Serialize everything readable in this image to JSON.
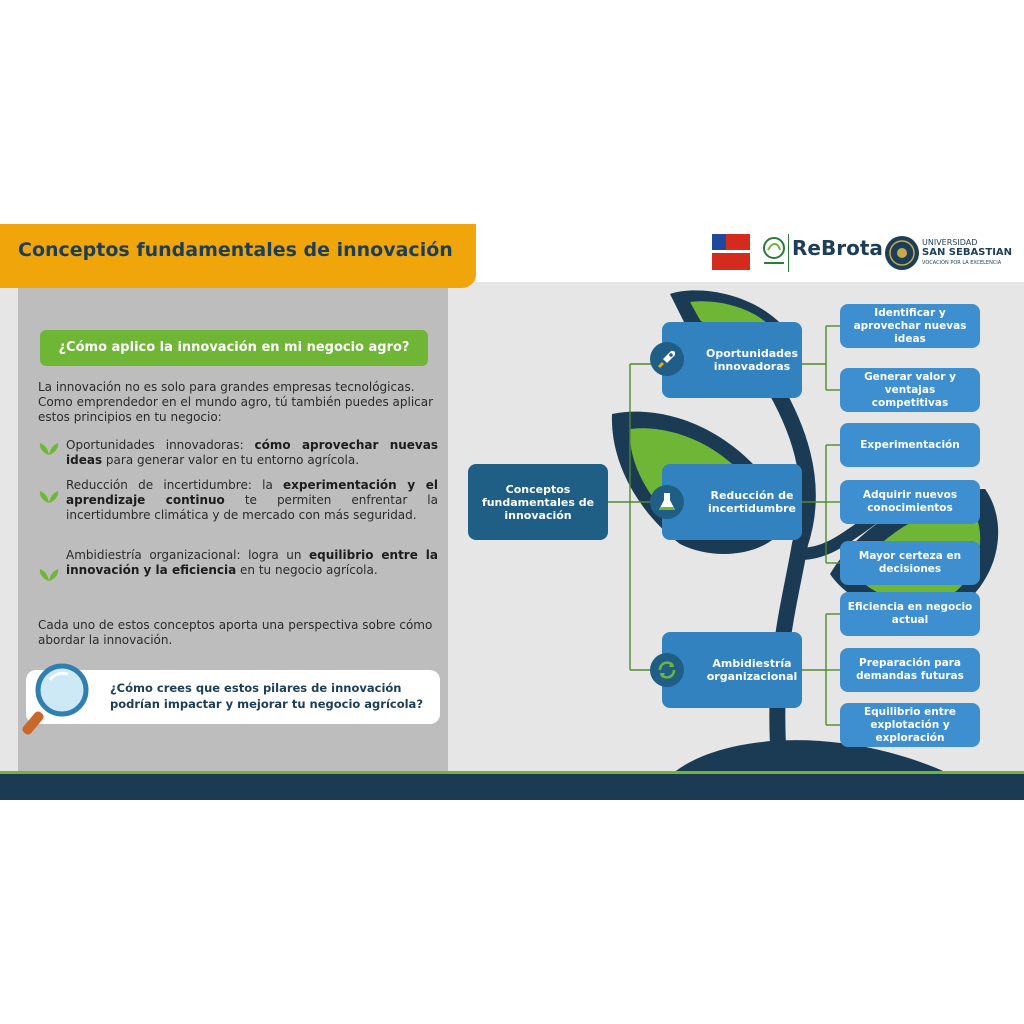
{
  "header": {
    "title": "Conceptos fundamentales de innovación",
    "logos": {
      "rebrota": "ReBrota",
      "university_line1": "UNIVERSIDAD",
      "university_line2": "SAN SEBASTIAN",
      "university_tagline": "VOCACIÓN POR LA EXCELENCIA"
    }
  },
  "left": {
    "question": "¿Cómo aplico la innovación en mi negocio agro?",
    "intro": "La innovación no es solo para grandes empresas tecnológicas. Como emprendedor en el mundo agro, tú también puedes aplicar estos principios en tu negocio:",
    "bullets": [
      {
        "pre": "Oportunidades innovadoras: ",
        "bold": "cómo aprovechar nuevas ideas",
        "post": " para generar valor en tu entorno agrícola."
      },
      {
        "pre": "Reducción de incertidumbre: la ",
        "bold": "experimentación y el aprendizaje continuo",
        "post": " te permiten enfrentar la incertidumbre climática y de mercado con más seguridad."
      },
      {
        "pre": "Ambidiestría organizacional: logra un ",
        "bold": "equilibrio entre la innovación y la eficiencia",
        "post": " en tu negocio agrícola."
      }
    ],
    "outro": "Cada uno de estos conceptos aporta una perspectiva sobre cómo abordar la innovación.",
    "reflection": "¿Cómo crees que estos pilares de innovación podrían impactar y mejorar tu negocio agrícola?"
  },
  "diagram": {
    "root": "Conceptos fundamentales de innovación",
    "branches": [
      {
        "label": "Oportunidades innovadoras",
        "icon": "rocket-icon",
        "leaves": [
          "Identificar y aprovechar nuevas ideas",
          "Generar valor y ventajas competitivas"
        ]
      },
      {
        "label": "Reducción de incertidumbre",
        "icon": "flask-icon",
        "leaves": [
          "Experimentación",
          "Adquirir nuevos conocimientos",
          "Mayor certeza en decisiones"
        ]
      },
      {
        "label": "Ambidiestría organizacional",
        "icon": "refresh-icon",
        "leaves": [
          "Eficiencia en negocio actual",
          "Preparación para demandas futuras",
          "Equilibrio entre explotación y exploración"
        ]
      }
    ]
  },
  "colors": {
    "accent": "#f0a60a",
    "green": "#6fb636",
    "navy": "#1b3b55",
    "node_dark": "#1f5f86",
    "node_mid": "#3282bf",
    "node_light": "#3d8fd0"
  }
}
